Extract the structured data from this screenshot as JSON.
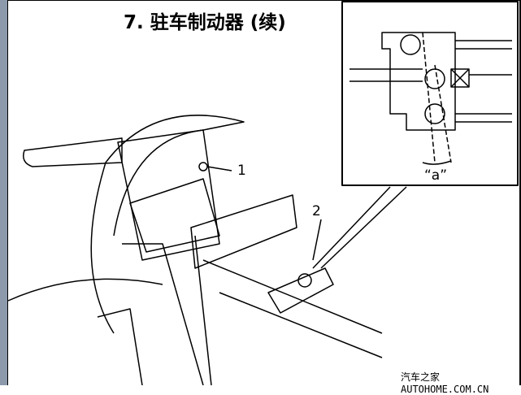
{
  "title": "7. 驻车制动器 (续)",
  "callouts": {
    "one": "1",
    "two": "2",
    "a": "“a”"
  },
  "watermark": "汽车之家 AUTOHOME.COM.CN",
  "colors": {
    "strip": "#8c9aac",
    "line": "#000000",
    "background": "#ffffff"
  }
}
